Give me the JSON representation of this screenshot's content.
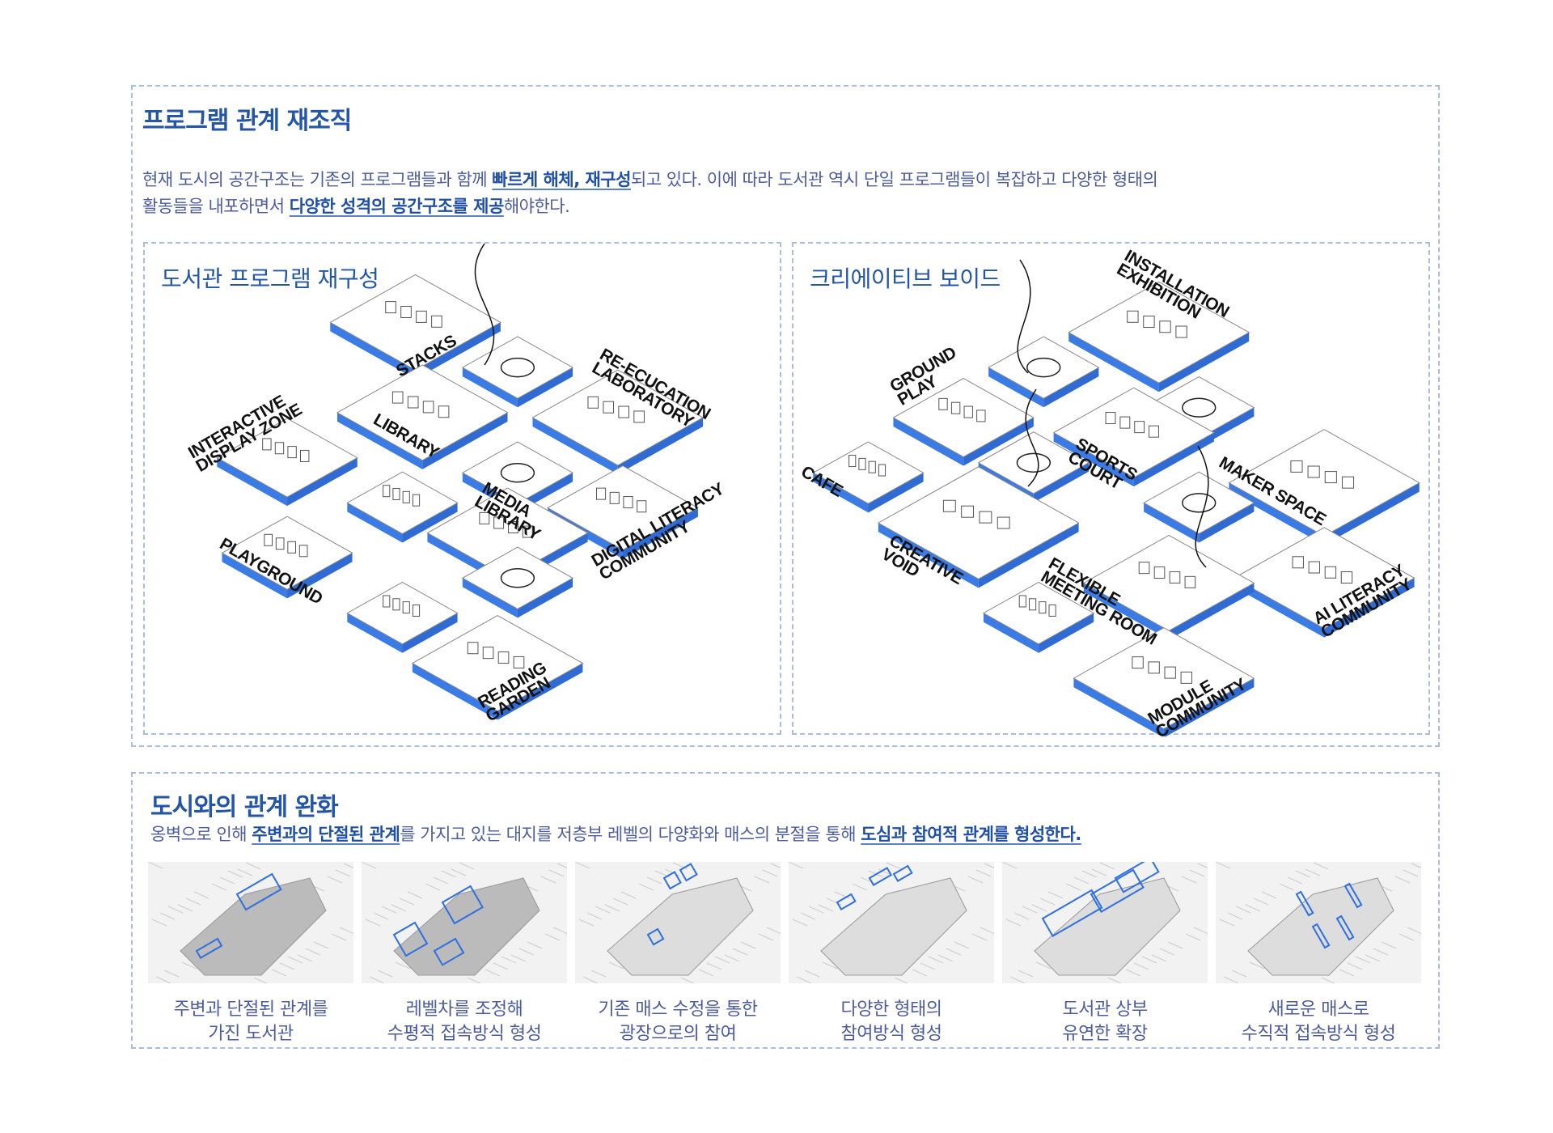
{
  "section1": {
    "title": "프로그램 관계 재조직",
    "para_line1_a": "현재 도시의 공간구조는 기존의 프로그램들과 함께 ",
    "para_line1_em": "빠르게 해체, 재구성",
    "para_line1_b": "되고 있다. 이에 따라 도서관 역시 단일 프로그램들이 복잡하고 다양한 형태의",
    "para_line2_a": "활동들을 내포하면서 ",
    "para_line2_em": "다양한 성격의 공간구조를 제공",
    "para_line2_b": "해야한다."
  },
  "left_panel": {
    "title": "도서관 프로그램 재구성",
    "labels": [
      [
        "STACKS"
      ],
      [
        "LIBRARY"
      ],
      [
        "RE-ECUCATION",
        "LABORATORY"
      ],
      [
        "INTERACTIVE",
        "DISPLAY ZONE"
      ],
      [
        "MEDIA",
        "LIBRARY"
      ],
      [
        "DIGITAL LITERACY",
        "COMMUNITY"
      ],
      [
        "PLAYGROUND"
      ],
      [
        "READING",
        "GARDEN"
      ]
    ]
  },
  "right_panel": {
    "title": "크리에이티브 보이드",
    "labels": [
      [
        "INSTALLATION",
        "EXHIBITION"
      ],
      [
        "GROUND",
        "PLAY"
      ],
      [
        "CAFE"
      ],
      [
        "SPORTS",
        "COURT"
      ],
      [
        "MAKER SPACE"
      ],
      [
        "CREATIVE",
        "VOID"
      ],
      [
        "FLEXIBLE",
        "MEETING ROOM"
      ],
      [
        "AI LITERACY",
        "COMMUNITY"
      ],
      [
        "MODULE",
        "COMMUNITY"
      ]
    ]
  },
  "section2": {
    "title": "도시와의 관계 완화",
    "para_a": "옹벽으로 인해 ",
    "para_em1": "주변과의 단절된 관계",
    "para_b": "를 가지고 있는 대지를 저층부 레벨의 다양화와 매스의 분절을 통해 ",
    "para_em2": "도심과 참여적 관계를 형성한다.",
    "thumbs": [
      {
        "line1": "주변과 단절된 관계를",
        "line2": "가진 도서관"
      },
      {
        "line1": "레벨차를 조정해",
        "line2": "수평적 접속방식 형성"
      },
      {
        "line1": "기존 매스 수정을 통한",
        "line2": "광장으로의 참여"
      },
      {
        "line1": "다양한 형태의",
        "line2": "참여방식 형성"
      },
      {
        "line1": "도서관 상부",
        "line2": "유연한 확장"
      },
      {
        "line1": "새로운 매스로",
        "line2": "수직적 접속방식 형성"
      }
    ]
  },
  "colors": {
    "accent": "#2456a8",
    "slab_blue": "#3a7be6",
    "body_text": "#4d5c9e",
    "border": "#a9bde0"
  }
}
